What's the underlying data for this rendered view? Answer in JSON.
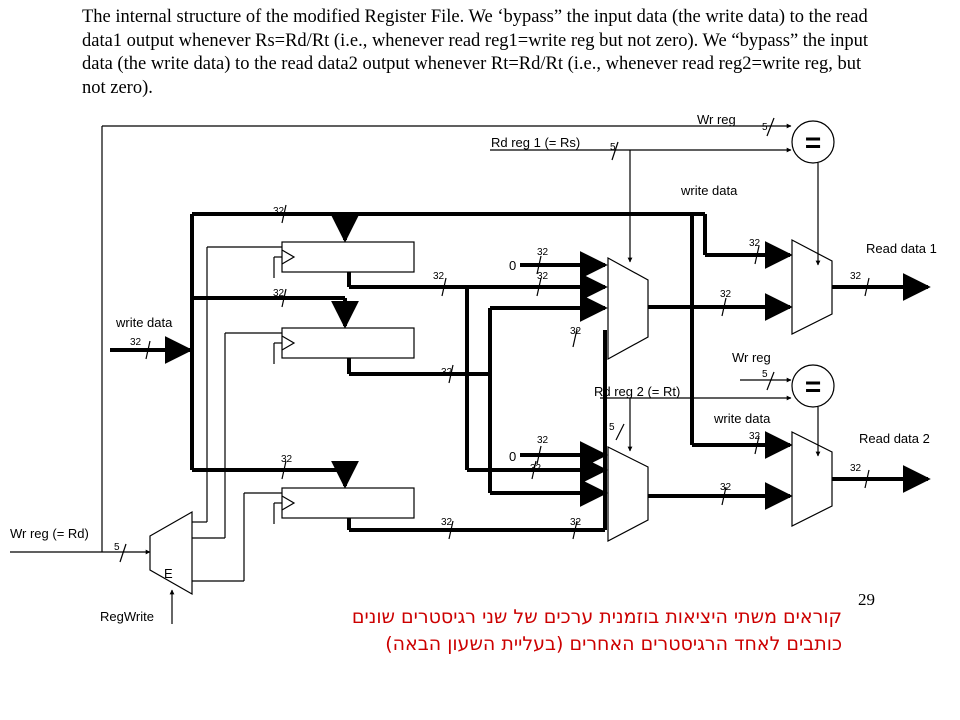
{
  "caption": "The internal structure of the modified Register File. We ‘bypass” the input data (the write data) to the read data1 output whenever Rs=Rd/Rt (i.e., whenever read reg1=write reg but not zero). We “bypass” the input data (the write data) to the read data2 output whenever Rt=Rd/Rt (i.e., whenever read reg2=write reg, but not zero).",
  "labels": {
    "wr_reg_top": "Wr reg",
    "rd_reg_1": "Rd reg 1  (= Rs)",
    "write_data_top": "write data",
    "read_data_1": "Read data 1",
    "write_data_left": "write data",
    "wr_reg_mid": "Wr reg",
    "rd_reg_2": "Rd reg 2  (= Rt)",
    "write_data_mid": "write data",
    "read_data_2": "Read data 2",
    "wr_reg_rd": "Wr reg  (= Rd)",
    "regwrite": "RegWrite",
    "decoder": "E",
    "comparator_symbol": "=",
    "reg_zero": "0"
  },
  "widths": {
    "bus32": "32",
    "bus5": "5"
  },
  "note": {
    "line1": "קוראים משתי היציאות בוזמנית ערכים של שני רגיסטרים שונים",
    "line2": "כותבים לאחד הרגיסטרים האחרים (בעליית השעון הבאה)"
  },
  "page_number": "29"
}
